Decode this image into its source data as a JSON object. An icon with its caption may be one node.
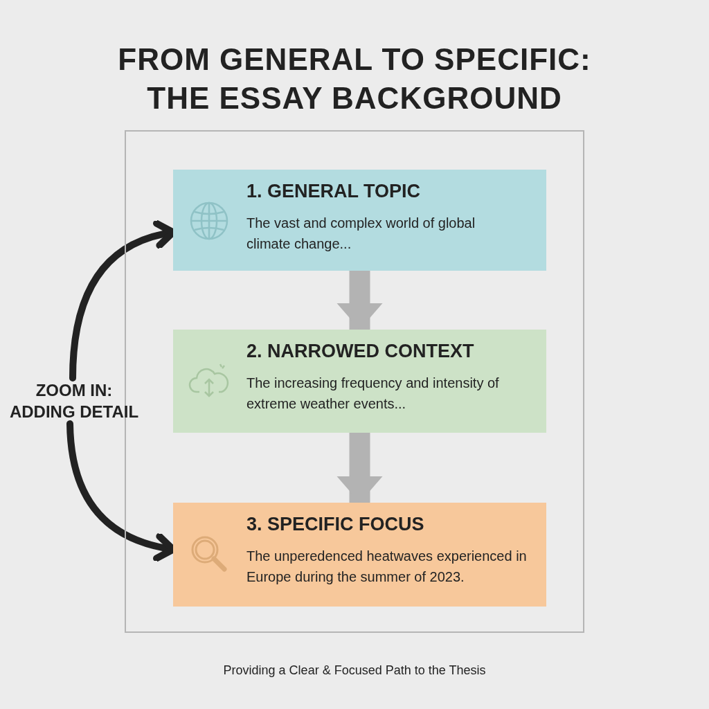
{
  "diagram": {
    "title": "FROM GENERAL TO SPECIFIC: THE ESSAY BACKGROUND",
    "caption": "Providing a Clear & Focused Path to the Thesis",
    "nodes": [
      {
        "text": [],
        "shape": "box"
      },
      {
        "text": [
          "1. GENERAL TOPIC",
          "The vast and complex world of global climate change..."
        ],
        "in": 0
      },
      {
        "text": [
          "2. NARROWED CONTEXT",
          "The increasing frequency and intensity of extreme weather events..."
        ],
        "in": 0
      },
      {
        "text": [
          "3. SPECIFIC FOCUS",
          "The unperedenced heatwaves experienced in Europe during the summer of 2023."
        ],
        "in": 0
      },
      {
        "text": [
          "ZOOM IN: ADDING DETAIL"
        ]
      }
    ],
    "edges": [
      {
        "from": 1,
        "to": 2,
        "arrow": "to",
        "style": "thick",
        "color": "#b3b3b3"
      },
      {
        "from": 2,
        "to": 3,
        "arrow": "to",
        "style": "thick",
        "color": "#b3b3b3"
      },
      {
        "from": 4,
        "to": 1,
        "arrow": "to",
        "color": "#222222"
      },
      {
        "from": 4,
        "to": 3,
        "arrow": "to",
        "color": "#222222"
      }
    ]
  }
}
